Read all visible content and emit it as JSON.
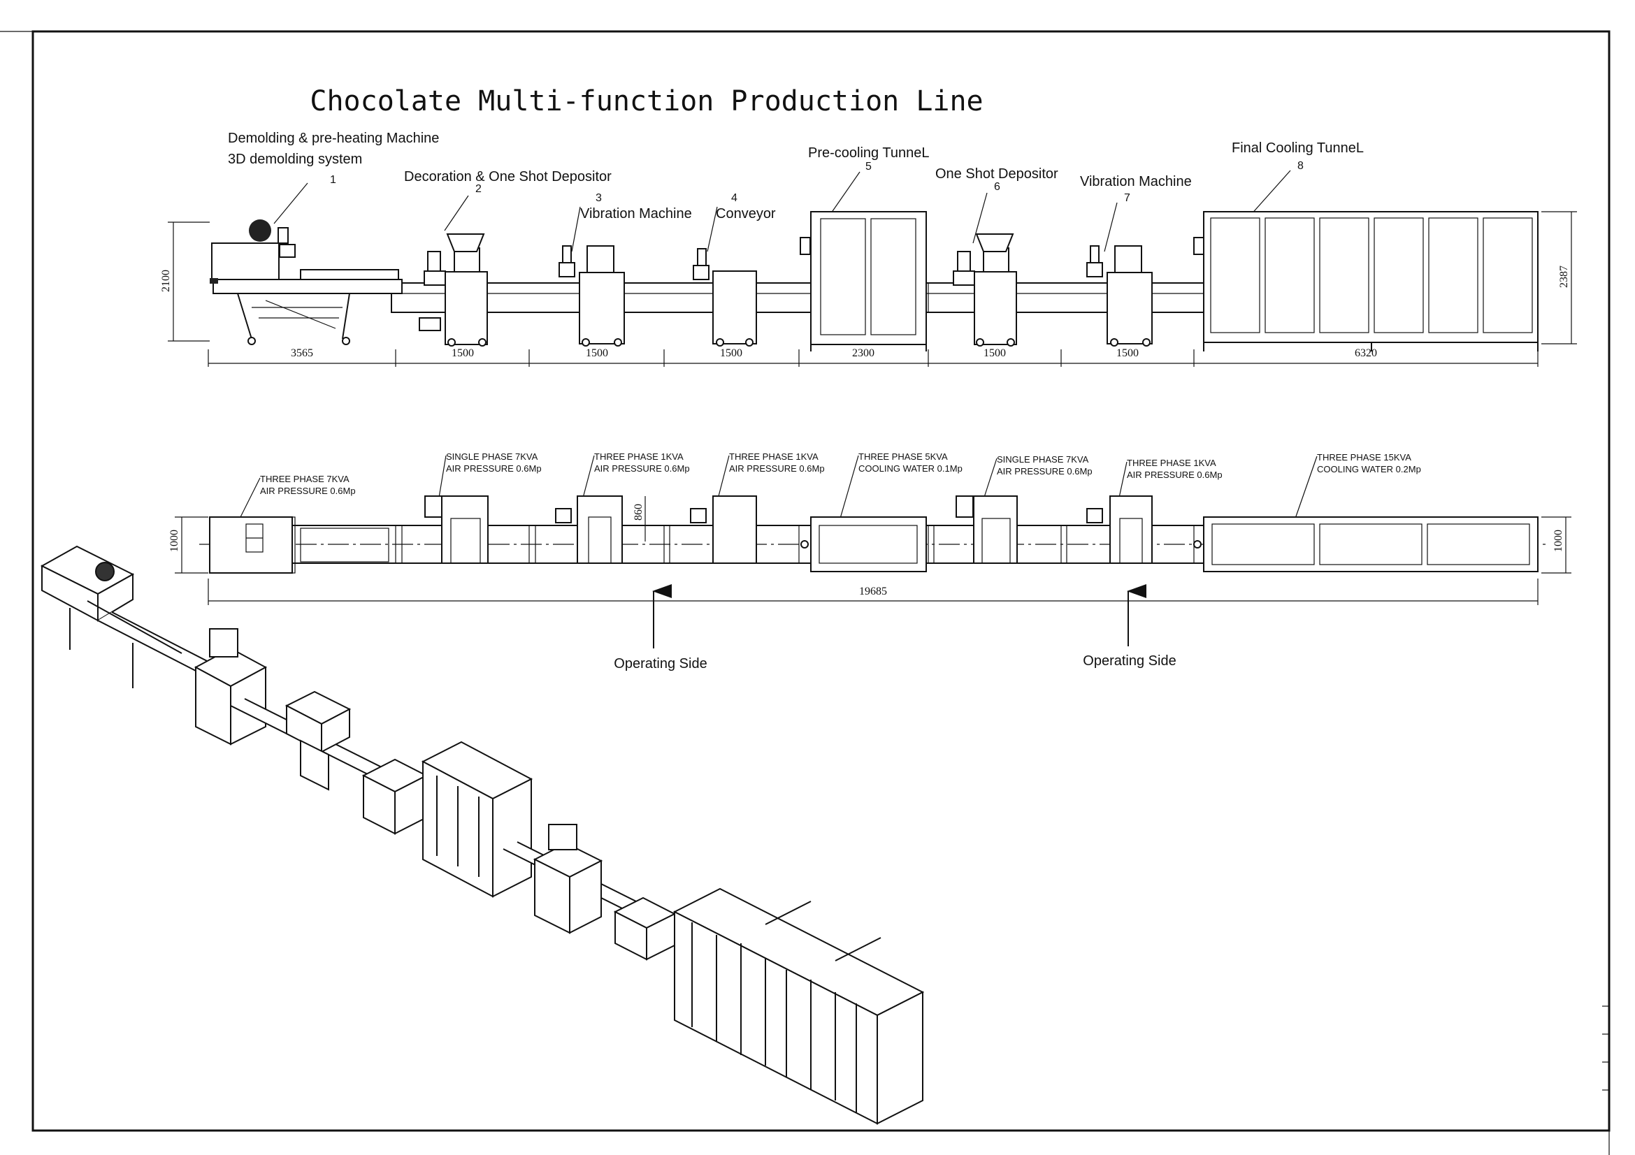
{
  "title": "Chocolate Multi-function Production Line",
  "machines": [
    {
      "name": "Demolding & pre-heating Machine",
      "name2": "3D demolding system",
      "num": "1"
    },
    {
      "name": "Decoration & One Shot Depositor",
      "num": "2"
    },
    {
      "name": "Vibration Machine",
      "num": "3"
    },
    {
      "name": "Conveyor",
      "num": "4"
    },
    {
      "name": "Pre-cooling TunneL",
      "num": "5"
    },
    {
      "name": "One Shot Depositor",
      "num": "6"
    },
    {
      "name": "Vibration Machine",
      "num": "7"
    },
    {
      "name": "Final Cooling TunneL",
      "num": "8"
    }
  ],
  "dims_top": [
    "3565",
    "1500",
    "1500",
    "1500",
    "2300",
    "1500",
    "1500",
    "6320"
  ],
  "height_left": "2100",
  "height_right": "2387",
  "specs": [
    {
      "l1": "THREE PHASE   7KVA",
      "l2": "AIR PRESSURE   0.6Mp"
    },
    {
      "l1": "SINGLE PHASE   7KVA",
      "l2": "AIR PRESSURE   0.6Mp"
    },
    {
      "l1": "THREE PHASE   1KVA",
      "l2": "AIR PRESSURE   0.6Mp"
    },
    {
      "l1": "THREE PHASE   1KVA",
      "l2": "AIR PRESSURE   0.6Mp"
    },
    {
      "l1": "THREE PHASE   5KVA",
      "l2": "COOLING WATER   0.1Mp"
    },
    {
      "l1": "SINGLE PHASE   7KVA",
      "l2": "AIR PRESSURE   0.6Mp"
    },
    {
      "l1": "THREE PHASE   1KVA",
      "l2": "AIR PRESSURE   0.6Mp"
    },
    {
      "l1": "THREE PHASE   15KVA",
      "l2": "COOLING WATER   0.2Mp"
    }
  ],
  "plan_dim_860": "860",
  "plan_width_left": "1000",
  "plan_width_right": "1000",
  "total_length": "19685",
  "operating_side": [
    "Operating Side",
    "Operating Side"
  ],
  "colors": {
    "line": "#111111",
    "paper": "#ffffff"
  }
}
